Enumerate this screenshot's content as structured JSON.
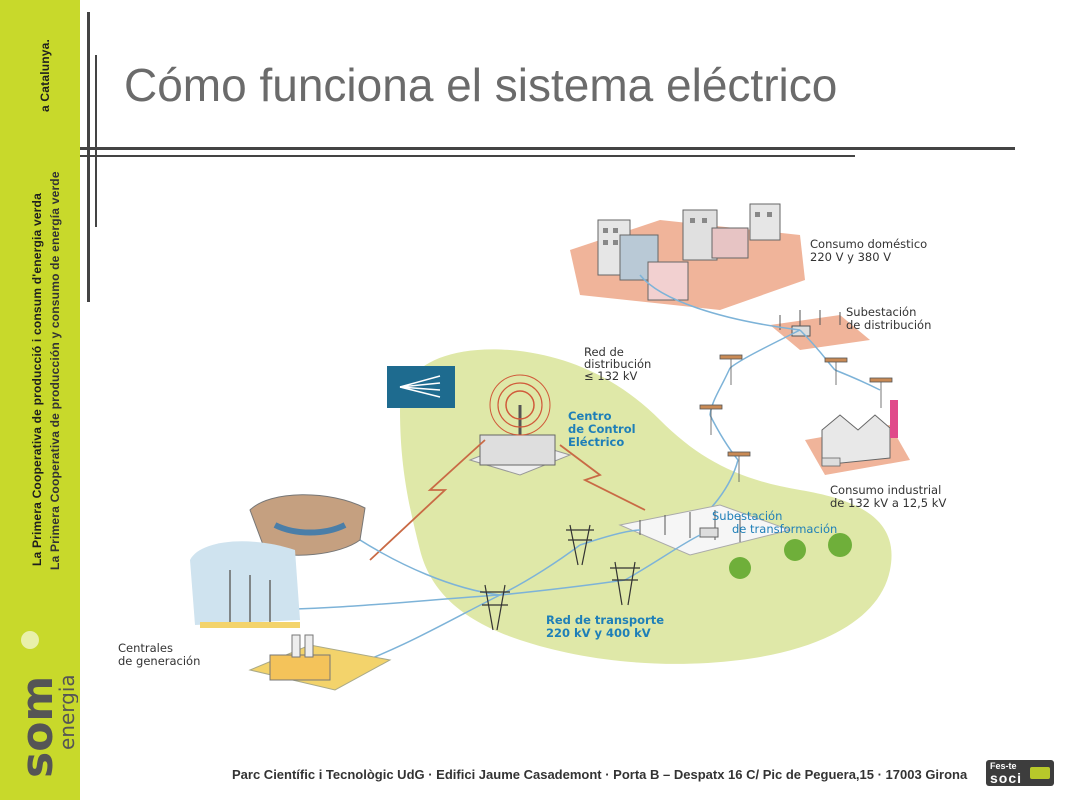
{
  "slide": {
    "title": "Cómo funciona el sistema eléctrico",
    "sidebar_text_1": "La Primera Cooperativa de producció i consum d'energia verda",
    "sidebar_text_2": "a Catalunya.",
    "sidebar_text_overlap": "La Primera Cooperativa de producción y consumo de energía verde",
    "logo_text_main": "som",
    "logo_text_sub": "energia",
    "footer": "Parc Científic i Tecnològic UdG · Edifici Jaume Casademont · Porta B – Despatx 16 C/ Pic de Peguera,15 · 17003 Girona",
    "badge_line1": "Fes-te",
    "badge_line2": "soci"
  },
  "diagram": {
    "labels": {
      "consumo_domestico_1": "Consumo doméstico",
      "consumo_domestico_2": "220 V y 380 V",
      "subestacion_dist_1": "Subestación",
      "subestacion_dist_2": "de distribución",
      "red_dist_1": "Red de",
      "red_dist_2": "distribución",
      "red_dist_3": "≤ 132 kV",
      "centro_control_1": "Centro",
      "centro_control_2": "de Control",
      "centro_control_3": "Eléctrico",
      "consumo_industrial_1": "Consumo industrial",
      "consumo_industrial_2": "de 132 kV a 12,5 kV",
      "subestacion_trans_1": "Subestación",
      "subestacion_trans_2": "de transformación",
      "red_transporte_1": "Red de transporte",
      "red_transporte_2": "220 kV y 400 kV",
      "centrales_1": "Centrales",
      "centrales_2": "de generación"
    },
    "colors": {
      "sidebar": "#c8d92b",
      "blob": "#dfe8a8",
      "label_blue": "#1e7fb8",
      "ground_salmon": "#f0b49a"
    }
  }
}
